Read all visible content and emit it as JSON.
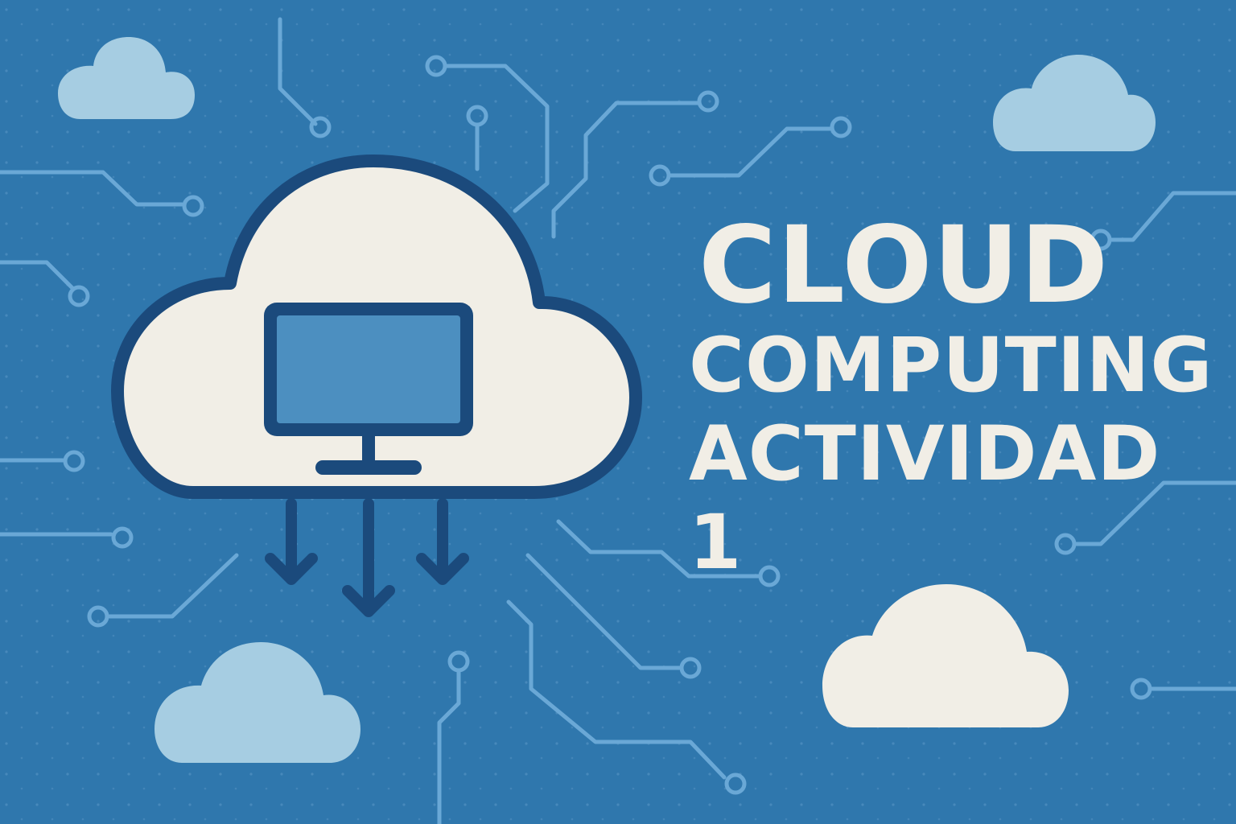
{
  "title": {
    "line1": "CLOUD",
    "line2": "COMPUTING",
    "line3": "ACTIVIDAD 1"
  },
  "colors": {
    "background": "#2f77ad",
    "circuit": "#6aa8d6",
    "cloud_cream": "#f1eee6",
    "cloud_light_blue": "#a6cde2",
    "outline_dark": "#1b4a7c",
    "screen": "#4c8fc0"
  },
  "icons": [
    "cloud-monitor-icon",
    "download-arrows-icon",
    "cloud-icon",
    "circuit-lines"
  ]
}
